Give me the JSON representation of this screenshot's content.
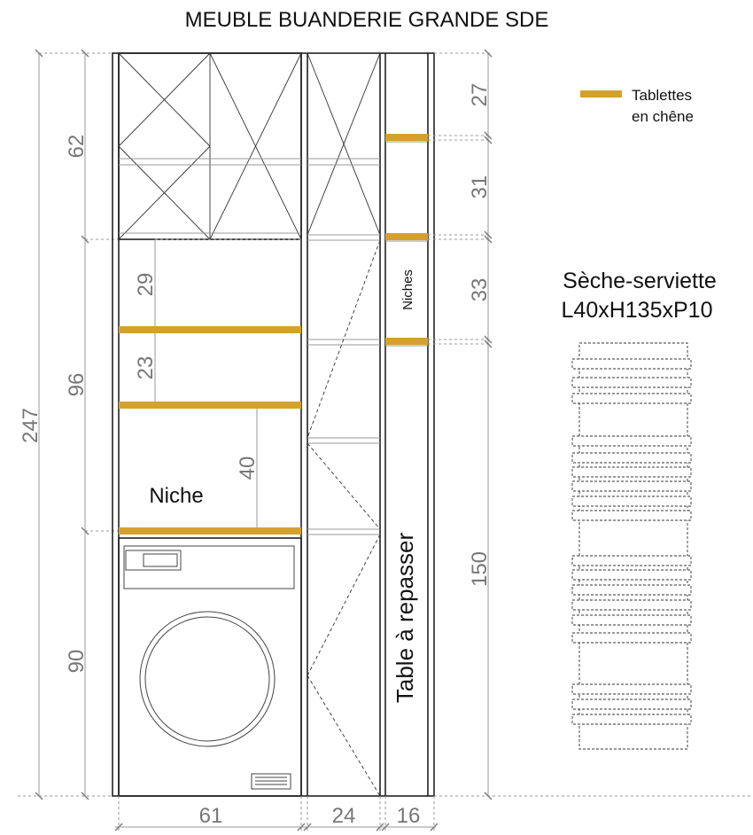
{
  "title": "MEUBLE BUANDERIE GRANDE SDE",
  "legend": {
    "line1": "Tablettes",
    "line2": "en chêne",
    "color": "#D4A12E"
  },
  "towel_dryer": {
    "line1": "Sèche-serviette",
    "line2": "L40xH135xP10"
  },
  "labels": {
    "niche": "Niche",
    "niches": "Niches",
    "ironing": "Table à repasser"
  },
  "dimensions": {
    "total_height": "247",
    "upper": "62",
    "middle": "96",
    "lower": "90",
    "gap_29": "29",
    "gap_23": "23",
    "gap_40": "40",
    "top_27": "27",
    "shelf_31": "31",
    "shelf_33": "33",
    "ironing_150": "150",
    "width_61": "61",
    "width_24": "24",
    "width_16": "16"
  },
  "colors": {
    "oak_shelf": "#D4A12E",
    "dimension_text": "#777777",
    "line": "#222222"
  }
}
